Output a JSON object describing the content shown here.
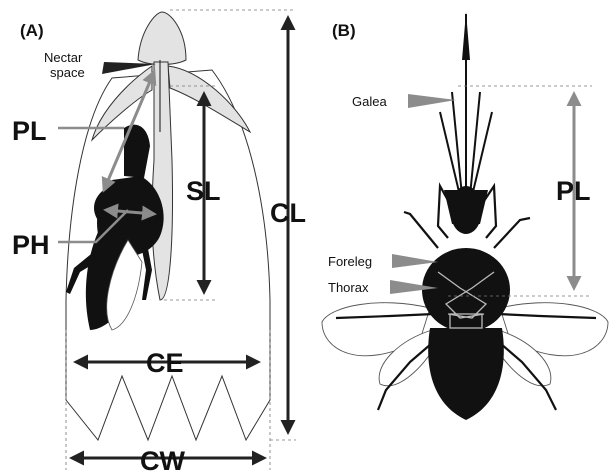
{
  "panels": {
    "a": {
      "label": "(A)",
      "nectar_label": [
        "Nectar",
        "space"
      ],
      "measures": {
        "pl": "PL",
        "ph": "PH",
        "sl": "SL",
        "cl": "CL",
        "ce": "CE",
        "cw": "CW"
      }
    },
    "b": {
      "label": "(B)",
      "parts": {
        "galea": "Galea",
        "foreleg": "Foreleg",
        "thorax": "Thorax"
      },
      "measures": {
        "pl": "PL"
      }
    }
  },
  "colors": {
    "ink": "#111111",
    "arrow_dark": "#222222",
    "arrow_gray": "#8c8c8c",
    "petal_fill": "#e3e3e3",
    "line": "#333333"
  }
}
